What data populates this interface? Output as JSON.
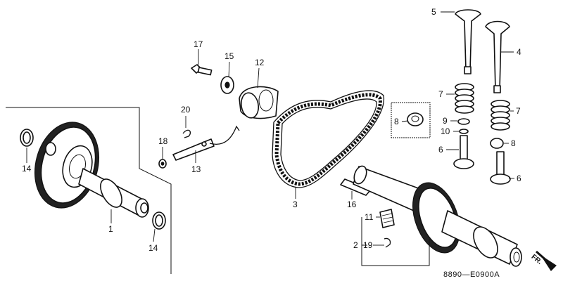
{
  "callouts": {
    "c1": "1",
    "c2": "2",
    "c3": "3",
    "c4": "4",
    "c5": "5",
    "c6a": "6",
    "c6b": "6",
    "c7a": "7",
    "c7b": "7",
    "c8a": "8",
    "c8b": "8",
    "c9": "9",
    "c10": "10",
    "c11": "11",
    "c12": "12",
    "c13": "13",
    "c14a": "14",
    "c14b": "14",
    "c15": "15",
    "c16": "16",
    "c17": "17",
    "c18": "18",
    "c19": "19",
    "c20": "20"
  },
  "diagram_code": "8890—E0900A",
  "direction_label": "FR."
}
